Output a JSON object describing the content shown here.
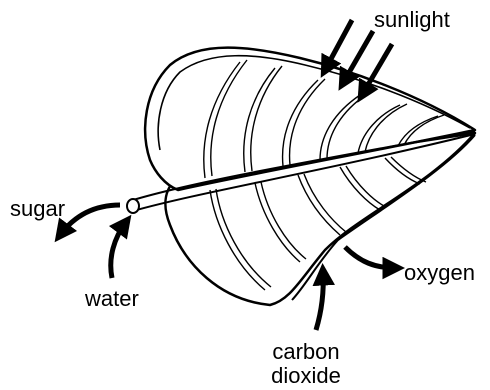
{
  "colors": {
    "ink": "#000000",
    "background": "#ffffff"
  },
  "labels": {
    "sunlight": "sunlight",
    "sugar": "sugar",
    "water": "water",
    "oxygen": "oxygen",
    "carbon_dioxide_line1": "carbon",
    "carbon_dioxide_line2": "dioxide"
  }
}
